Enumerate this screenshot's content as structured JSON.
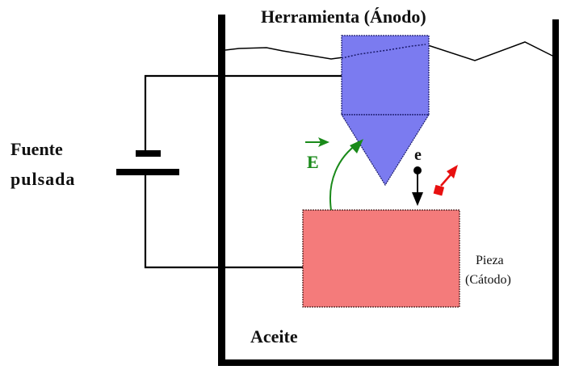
{
  "title": "Herramienta (Ánodo)",
  "labels": {
    "source_line1": "Fuente",
    "source_line2": "pulsada",
    "electric_field": "E",
    "electron": "e",
    "workpiece_line1": "Pieza",
    "workpiece_line2": "(Cátodo)",
    "oil": "Aceite"
  },
  "colors": {
    "tool": "#7b7bf0",
    "tool_outline": "#1a1a6a",
    "workpiece": "#f47b7b",
    "field_arrow": "#1a8a1a",
    "ion": "#e81010",
    "wire": "#000000"
  }
}
